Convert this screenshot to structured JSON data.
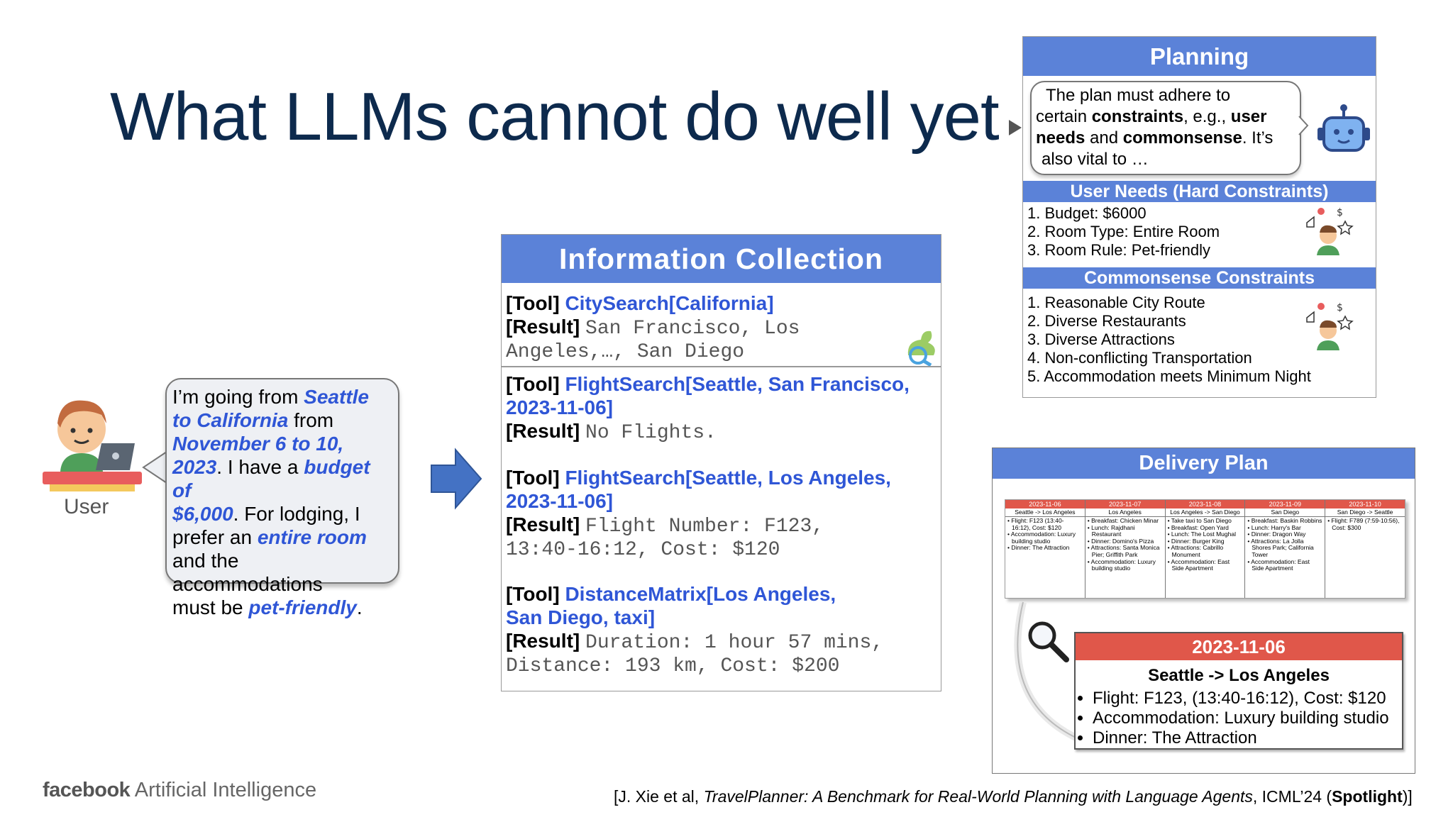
{
  "slide": {
    "title": "What LLMs cannot do well yet",
    "footer_brand": "facebook",
    "footer_text": "Artificial Intelligence",
    "citation": {
      "prefix": "[J. Xie et al, ",
      "paper": "TravelPlanner: A Benchmark for Real-World Planning with Language Agents",
      "venue": ", ICML’24 (",
      "spotlight": "Spotlight",
      "suffix": ")]"
    }
  },
  "user": {
    "label": "User",
    "msg": {
      "t1": "I’m going from ",
      "t2": "Seattle",
      "t3": "to California",
      "t4": " from",
      "t5": "November 6 to 10,",
      "t6": "2023",
      "t7": ". I have a ",
      "t8": "budget of",
      "t9": "$6,000",
      "t10": ".  For lodging, I",
      "t11": "prefer an ",
      "t12": "entire room",
      "t13": "and the accommodations",
      "t14": " must be ",
      "t15": "pet-friendly",
      "t16": "."
    }
  },
  "info": {
    "header": "Information Collection",
    "tool_label": "[Tool]",
    "result_label": "[Result]",
    "c1_tool": "CitySearch[California]",
    "c1_res_a": "San Francisco, Los",
    "c1_res_b": "Angeles,…, San Diego",
    "c2_tool_a": "FlightSearch[Seattle, San Francisco,",
    "c2_tool_b": "2023-11-06]",
    "c2_res": "No Flights.",
    "c3_tool_a": "FlightSearch[Seattle, Los Angeles,",
    "c3_tool_b": "2023-11-06]",
    "c3_res_a": "Flight Number: F123,",
    "c3_res_b": "13:40-16:12, Cost: $120",
    "c4_tool_a": "DistanceMatrix[Los Angeles,",
    "c4_tool_b": "San Diego, taxi]",
    "c4_res_a": "Duration: 1 hour 57 mins,",
    "c4_res_b": "Distance: 193 km, Cost: $200"
  },
  "planning": {
    "header": "Planning",
    "b1": "The plan must adhere to",
    "b2": "certain ",
    "b3": "constraints",
    "b4": ", e.g., ",
    "b5": "user",
    "b6": "needs",
    "b7": " and ",
    "b8": "commonsense",
    "b9": ". It’s",
    "b10": "also vital to …",
    "user_needs_header": "User Needs (Hard Constraints)",
    "user_needs": [
      "1. Budget: $6000",
      "2. Room Type: Entire Room",
      "3. Room Rule: Pet-friendly"
    ],
    "commonsense_header": "Commonsense Constraints",
    "commonsense": [
      "1. Reasonable City Route",
      "2. Diverse Restaurants",
      "3. Diverse Attractions",
      "4. Non-conflicting Transportation",
      "5. Accommodation meets Minimum Night"
    ]
  },
  "delivery": {
    "header": "Delivery Plan",
    "days": [
      {
        "date": "2023-11-06",
        "route": "Seattle -> Los Angeles",
        "items": [
          "Flight: F123 (13:40-16:12), Cost: $120",
          "Accommodation: Luxury building studio",
          "Dinner: The Attraction"
        ]
      },
      {
        "date": "2023-11-07",
        "route": "Los Angeles",
        "items": [
          "Breakfast: Chicken Minar",
          "Lunch: Rajdhani Restaurant",
          "Dinner: Domino's Pizza",
          "Attractions: Santa Monica Pier; Griffith Park",
          "Accommodation: Luxury building studio"
        ]
      },
      {
        "date": "2023-11-08",
        "route": "Los Angeles -> San Diego",
        "items": [
          "Take taxi to San Diego",
          "Breakfast: Open Yard",
          "Lunch: The Lost Mughal",
          "Dinner: Burger King",
          "Attractions: Cabrillo Monument",
          "Accommodation: East Side Apartment"
        ]
      },
      {
        "date": "2023-11-09",
        "route": "San Diego",
        "items": [
          "Breakfast: Baskin Robbins",
          "Lunch: Harry's Bar",
          "Dinner: Dragon Way",
          "Attractions: La Jolla Shores Park; California Tower",
          "Accommodation: East Side Apartment"
        ]
      },
      {
        "date": "2023-11-10",
        "route": "San Diego -> Seattle",
        "items": [
          "Flight: F789 (7:59-10:56), Cost: $300"
        ]
      }
    ],
    "zoom": {
      "date": "2023-11-06",
      "route": "Seattle -> Los Angeles",
      "items": [
        "Flight: F123, (13:40-16:12), Cost: $120",
        "Accommodation: Luxury building studio",
        "Dinner: The Attraction"
      ]
    }
  }
}
